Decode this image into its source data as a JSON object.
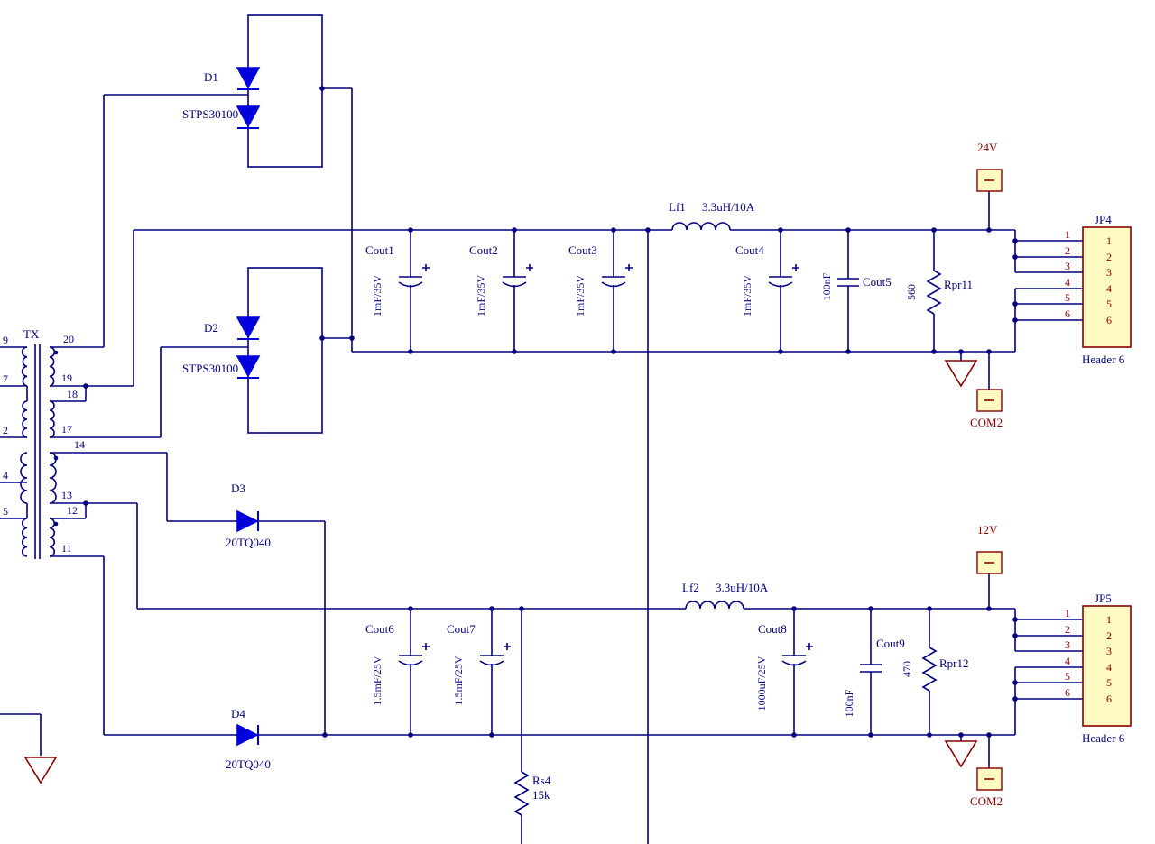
{
  "sheet": {
    "wire_color": "#000080",
    "diode_color": "#0000DD",
    "power_color": "#8B0000",
    "connector_fill": "#FFF9C2"
  },
  "transformer": {
    "ref": "TX",
    "right_pins": [
      "20",
      "19",
      "18",
      "17",
      "14",
      "13",
      "12",
      "11"
    ],
    "left_pins": [
      "9",
      "7",
      "2",
      "4",
      "5"
    ]
  },
  "rectifiers": [
    {
      "ref": "D1",
      "part": "STPS30100"
    },
    {
      "ref": "D2",
      "part": "STPS30100"
    }
  ],
  "diodes": [
    {
      "ref": "D3",
      "part": "20TQ040"
    },
    {
      "ref": "D4",
      "part": "20TQ040"
    }
  ],
  "inductors": [
    {
      "ref": "Lf1",
      "value": "3.3uH/10A"
    },
    {
      "ref": "Lf2",
      "value": "3.3uH/10A"
    }
  ],
  "capacitors": [
    {
      "ref": "Cout1",
      "value": "1mF/35V"
    },
    {
      "ref": "Cout2",
      "value": "1mF/35V"
    },
    {
      "ref": "Cout3",
      "value": "1mF/35V"
    },
    {
      "ref": "Cout4",
      "value": "1mF/35V"
    },
    {
      "ref": "Cout5",
      "value": "100nF"
    },
    {
      "ref": "Cout6",
      "value": "1.5mF/25V"
    },
    {
      "ref": "Cout7",
      "value": "1.5mF/25V"
    },
    {
      "ref": "Cout8",
      "value": "1000uF/25V"
    },
    {
      "ref": "Cout9",
      "value": "100nF"
    }
  ],
  "resistors": [
    {
      "ref": "Rpr11",
      "value": "560"
    },
    {
      "ref": "Rpr12",
      "value": "470"
    },
    {
      "ref": "Rs4",
      "value": "15k"
    }
  ],
  "power_ports": [
    {
      "label": "24V"
    },
    {
      "label": "COM2"
    },
    {
      "label": "12V"
    },
    {
      "label": "COM2"
    }
  ],
  "connectors": [
    {
      "ref": "JP4",
      "type": "Header 6",
      "pin_numbers": [
        "1",
        "2",
        "3",
        "4",
        "5",
        "6"
      ],
      "pin_names": [
        "1",
        "2",
        "3",
        "4",
        "5",
        "6"
      ]
    },
    {
      "ref": "JP5",
      "type": "Header 6",
      "pin_numbers": [
        "1",
        "2",
        "3",
        "4",
        "5",
        "6"
      ],
      "pin_names": [
        "1",
        "2",
        "3",
        "4",
        "5",
        "6"
      ]
    }
  ]
}
